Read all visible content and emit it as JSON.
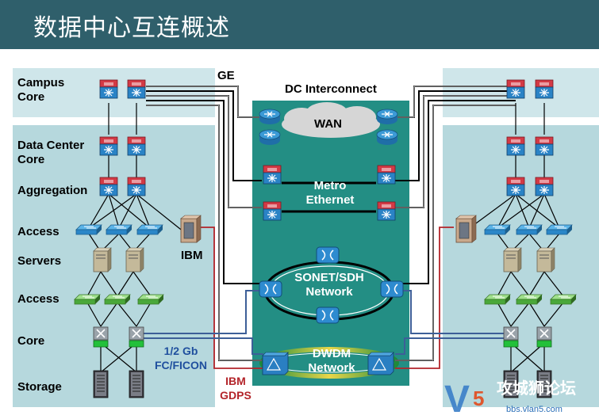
{
  "page": {
    "title": "数据中心互连概述"
  },
  "left_layers": {
    "campus_core": "Campus\nCore",
    "data_center_core": "Data Center\nCore",
    "aggregation": "Aggregation",
    "access_top": "Access",
    "servers": "Servers",
    "access_bottom": "Access",
    "core": "Core",
    "storage": "Storage"
  },
  "link_labels": {
    "ge": "GE",
    "ibm": "IBM",
    "fc_ficon": "1/2 Gb\nFC/FICON",
    "ibm_gdps": "IBM\nGDPS"
  },
  "dc_interconnect": {
    "title": "DC Interconnect",
    "wan": "WAN",
    "metro_ethernet": "Metro\nEthernet",
    "sonet_sdh": "SONET/SDH\nNetwork",
    "dwdm": "DWDM\nNetwork"
  },
  "watermark": {
    "brand": "攻城狮论坛",
    "url": "bbs.vlan5.com"
  },
  "colors": {
    "header_bg": "#2f5f6b",
    "panel_bg": "#cfe6ea",
    "center_bg": "#238e84",
    "ge_line": "#000000",
    "fc_line": "#3d5f98",
    "gdps_line": "#b3242a"
  }
}
